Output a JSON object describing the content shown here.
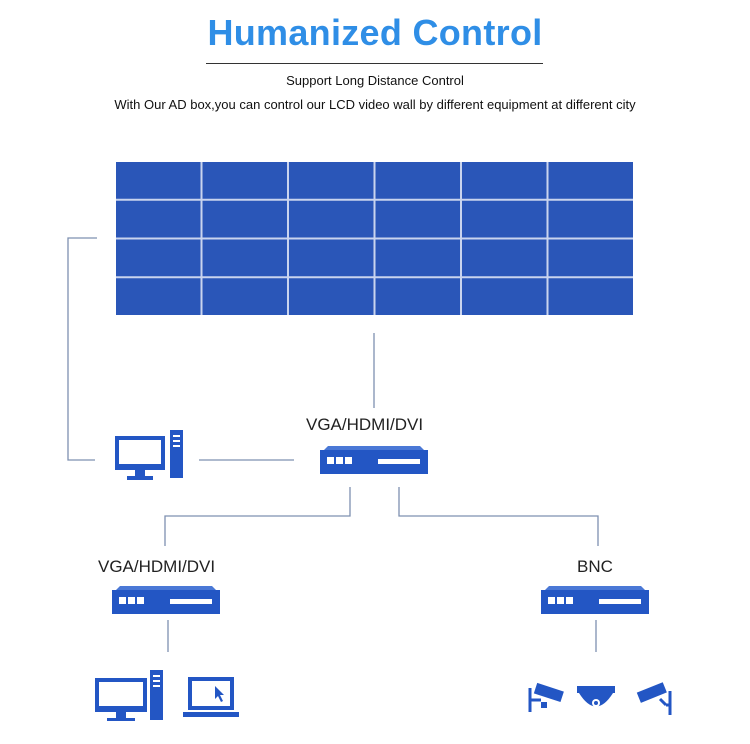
{
  "header": {
    "title": "Humanized Control",
    "subtitle": "Support Long Distance Control",
    "description": "With Our AD box,you can control our LCD video wall by different equipment at different city"
  },
  "diagram": {
    "video_wall": {
      "rows": 4,
      "cols": 6,
      "panel_color": "#2a56b8",
      "gap_color": "#c9d4ee"
    },
    "labels": {
      "main_box": "VGA/HDMI/DVI",
      "left_box": "VGA/HDMI/DVI",
      "right_box": "BNC"
    },
    "colors": {
      "device_blue": "#2356c4",
      "line": "#7e90b0"
    },
    "icons": [
      "desktop-computer-icon",
      "laptop-icon",
      "bullet-camera-icon",
      "dome-camera-icon"
    ]
  }
}
